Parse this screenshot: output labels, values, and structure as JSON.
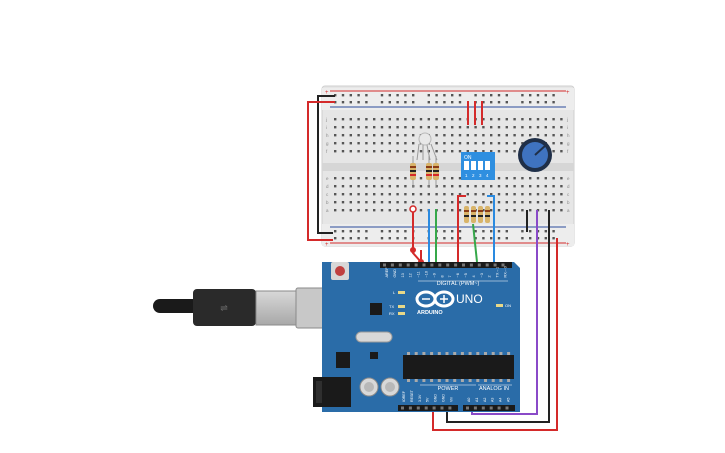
{
  "board": {
    "brand": "ARDUINO",
    "model": "UNO",
    "digital_header": "DIGITAL (PWM~)",
    "power_label": "POWER",
    "analog_label": "ANALOG IN",
    "on_label": "ON",
    "tx_label": "TX",
    "rx_label": "RX",
    "l_label": "L",
    "digital_pins": [
      "AREF",
      "GND",
      "13",
      "12",
      "~11",
      "~10",
      "~9",
      "8",
      "7",
      "~6",
      "~5",
      "4",
      "~3",
      "2",
      "TX→1",
      "RX←0"
    ],
    "power_pins": [
      "IOREF",
      "RESET",
      "3.3V",
      "5V",
      "GND",
      "GND",
      "Vin"
    ],
    "analog_pins": [
      "A0",
      "A1",
      "A2",
      "A3",
      "A4",
      "A5"
    ]
  },
  "breadboard": {
    "row_letters_top": [
      "j",
      "i",
      "h",
      "g",
      "f"
    ],
    "row_letters_bottom": [
      "e",
      "d",
      "c",
      "b",
      "a"
    ],
    "column_numbers": [
      "1",
      "5",
      "10",
      "15",
      "20",
      "25",
      "30"
    ]
  },
  "dip_switch": {
    "on_label": "ON",
    "numbers": [
      "1",
      "2",
      "3",
      "4"
    ]
  },
  "colors": {
    "board": "#2a6ca8",
    "breadboard": "#e4e4e4",
    "rail_red": "#d42a2a",
    "rail_blue": "#2a4a9c",
    "wire_red": "#d42a2a",
    "wire_black": "#222222",
    "wire_green": "#36a84a",
    "wire_blue": "#2a8ae0",
    "wire_purple": "#8a4ac8",
    "dip_switch": "#2f8fe0",
    "potentiometer": "#2f5fa8"
  }
}
